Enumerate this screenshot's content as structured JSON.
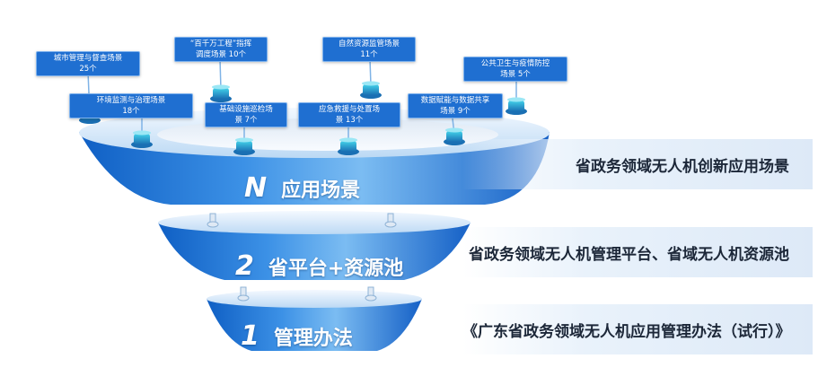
{
  "tiers": [
    {
      "num": "N",
      "text": "应用场景",
      "desc": "省政务领域无人机创新应用场景"
    },
    {
      "num": "2",
      "text": "省平台+资源池",
      "desc": "省政务领域无人机管理平台、省域无人机资源池"
    },
    {
      "num": "1",
      "text": "管理办法",
      "desc": "《广东省政务领域无人机应用管理办法（试行）》"
    }
  ],
  "scenes": [
    {
      "line1": "城市管理与督查场景",
      "line2": "25个"
    },
    {
      "line1": "“百千万工程”指挥",
      "line2": "调度场景  10个"
    },
    {
      "line1": "自然资源监管场景",
      "line2": "11个"
    },
    {
      "line1": "公共卫生与疫情防控",
      "line2": "场景  5个"
    },
    {
      "line1": "环境监测与治理场景",
      "line2": "18个"
    },
    {
      "line1": "基础设施巡检场",
      "line2": "景  7个"
    },
    {
      "line1": "应急救援与处置场",
      "line2": "景  13个"
    },
    {
      "line1": "数据赋能与数据共享",
      "line2": "场景  9个"
    }
  ],
  "colors": {
    "funnel_top": "#1b6fd4",
    "funnel_mid": "#55a4ec",
    "funnel_light": "#d8eaf9",
    "panel_bg": "#e3eefa",
    "panel_text": "#1c2738"
  }
}
